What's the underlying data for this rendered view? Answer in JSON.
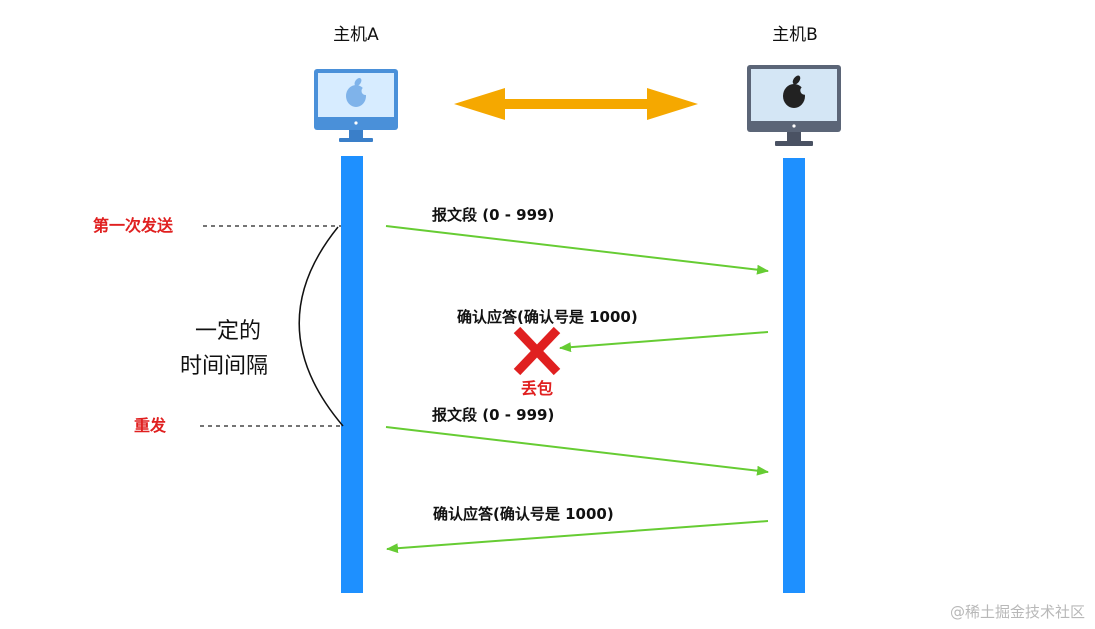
{
  "hosts": {
    "a": {
      "label": "主机A"
    },
    "b": {
      "label": "主机B"
    }
  },
  "messages": {
    "segment_1": {
      "label": "报文段 (0 - 999)"
    },
    "ack_lost": {
      "label": "确认应答(确认号是 1000)"
    },
    "segment_2": {
      "label": "报文段 (0 - 999)"
    },
    "ack_2": {
      "label": "确认应答(确认号是 1000)"
    }
  },
  "events": {
    "first_send": {
      "label": "第一次发送"
    },
    "resend": {
      "label": "重发"
    },
    "lost": {
      "label": "丢包"
    }
  },
  "interval": {
    "line1": "一定的",
    "line2": "时间间隔"
  },
  "watermark": {
    "text": "@稀土掘金技术社区"
  },
  "colors": {
    "lifeline": "#1e90ff",
    "message_arrow": "#66cc33",
    "link_arrow": "#f5a800",
    "event_text": "#e02020",
    "lost_mark": "#e02020",
    "host_a_screen": "#d7ecff",
    "host_a_frame": "#4a90d9",
    "host_b_screen": "#d4e6f5",
    "host_b_frame": "#5b6577"
  }
}
